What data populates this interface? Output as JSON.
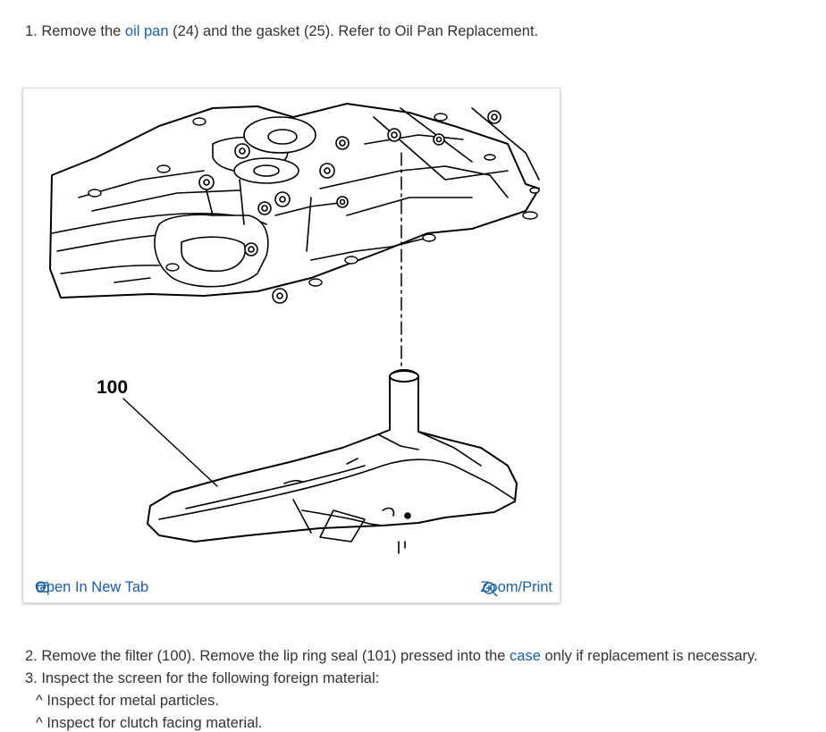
{
  "step1": {
    "before": "1. Remove the ",
    "link": "oil pan",
    "after": " (24) and the gasket (25). Refer to Oil Pan Replacement."
  },
  "figure": {
    "callout_label": "100",
    "open_tab_label": "Open In New Tab",
    "zoom_label": "Zoom/Print",
    "open_tab_icon": "open-in-new-tab-icon",
    "zoom_icon": "zoom-plus-icon"
  },
  "step2": {
    "before": "2. Remove the filter (100). Remove the lip ring seal (101) pressed into the ",
    "link": "case",
    "after": " only if replacement is necessary."
  },
  "step3": "3. Inspect the screen for the following foreign material:",
  "bullets": [
    "^ Inspect for metal particles.",
    "^ Inspect for clutch facing material."
  ],
  "colors": {
    "link": "#1a5fa8",
    "text": "#333333"
  }
}
